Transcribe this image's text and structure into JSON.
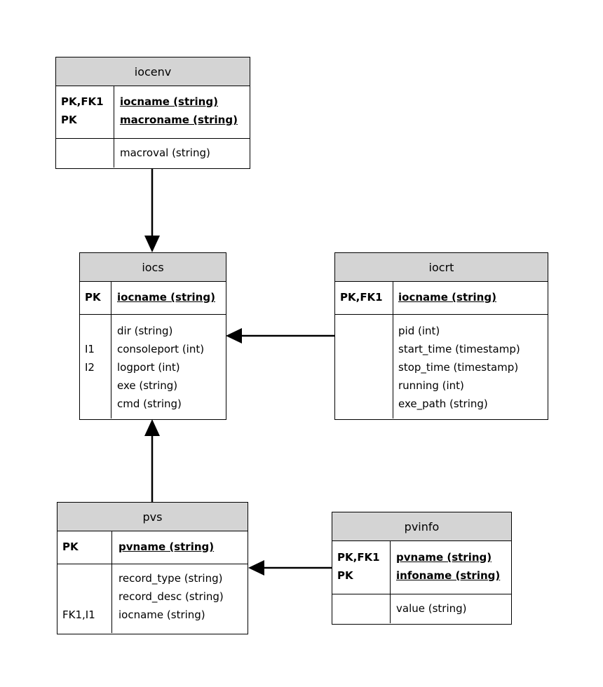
{
  "entities": {
    "iocenv": {
      "title": "iocenv",
      "pk_keys": "PK,FK1\nPK",
      "pk_fields": "iocname (string)\nmacroname (string)",
      "attr_keys": "",
      "attr_fields": "macroval (string)"
    },
    "iocs": {
      "title": "iocs",
      "pk_keys": "PK",
      "pk_fields": "iocname (string)",
      "attr_keys": "\nI1\nI2\n\n",
      "attr_fields": "dir (string)\nconsoleport (int)\nlogport (int)\nexe (string)\ncmd (string)"
    },
    "iocrt": {
      "title": "iocrt",
      "pk_keys": "PK,FK1",
      "pk_fields": "iocname (string)",
      "attr_keys": "",
      "attr_fields": "pid (int)\nstart_time (timestamp)\nstop_time (timestamp)\nrunning (int)\nexe_path (string)"
    },
    "pvs": {
      "title": "pvs",
      "pk_keys": "PK",
      "pk_fields": "pvname (string)",
      "attr_keys": "\n\nFK1,I1",
      "attr_fields": "record_type (string)\nrecord_desc (string)\niocname (string)"
    },
    "pvinfo": {
      "title": "pvinfo",
      "pk_keys": "PK,FK1\nPK",
      "pk_fields": "pvname (string)\ninfoname (string)",
      "attr_keys": "",
      "attr_fields": "value (string)"
    }
  },
  "relationships": [
    {
      "from": "iocenv",
      "to": "iocs"
    },
    {
      "from": "iocrt",
      "to": "iocs"
    },
    {
      "from": "pvs",
      "to": "iocs"
    },
    {
      "from": "pvinfo",
      "to": "pvs"
    }
  ]
}
